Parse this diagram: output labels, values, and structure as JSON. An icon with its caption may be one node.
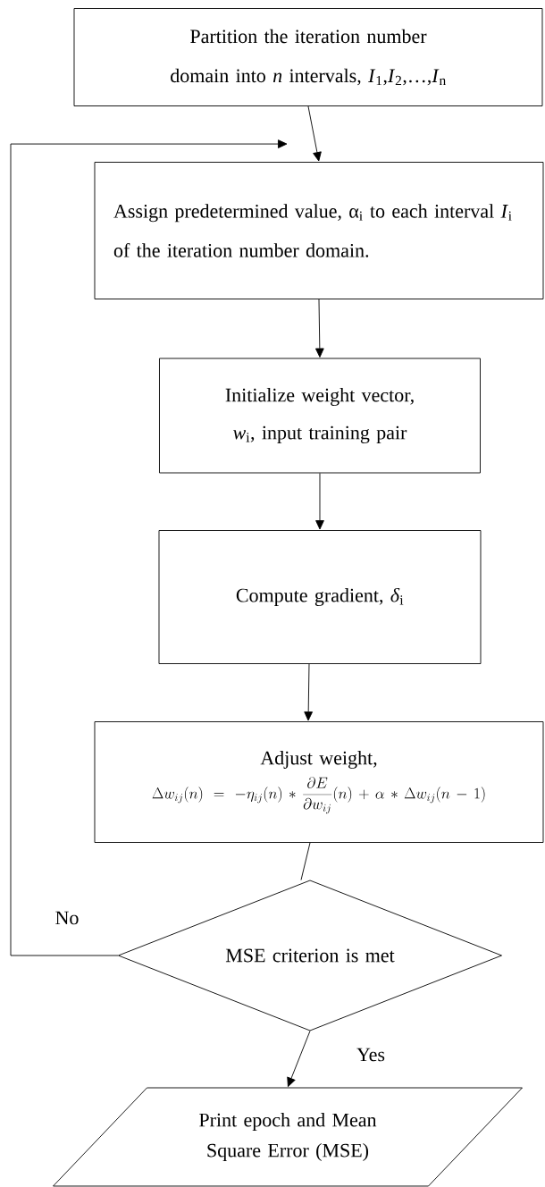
{
  "diagram": {
    "nodes": [
      {
        "text": [
          "Partition the iteration number domain into *n* intervals, *I*$_{1}$,*I*$_{2}$,…,*I*$_{n}$"
        ]
      },
      {
        "text": [
          "Assign predetermined value, α$_{i}$ to each interval *I*$_{i}$ of the iteration number domain."
        ]
      },
      {
        "text": [
          "Initialize weight vector, *w*$_{i}$, input training pair"
        ]
      },
      {
        "text": [
          "Compute gradient, *δ*$_{i}$"
        ]
      },
      {
        "text": [
          "Adjust weight,",
          "\\Delta w_{ij}(n) = -\\eta_{ij}(n) * \\frac{\\partial E}{\\partial w_{ij}}(n) + \\alpha * \\Delta w_{ij}(n-1)"
        ]
      },
      {
        "text": [
          "MSE criterion is met"
        ]
      },
      {
        "text": [
          "Print epoch and Mean Square Error (MSE)"
        ]
      }
    ],
    "edges": [
      {
        "from": 0,
        "to": 1,
        "arrow": "to"
      },
      {
        "from": 1,
        "to": 2,
        "arrow": "to"
      },
      {
        "from": 2,
        "to": 3,
        "arrow": "to"
      },
      {
        "from": 3,
        "to": 4,
        "arrow": "to"
      },
      {
        "from": 4,
        "to": 5,
        "arrow": "none"
      },
      {
        "from": 5,
        "to": 6,
        "arrow": "to",
        "label": "Yes"
      },
      {
        "from": 5,
        "to": 1,
        "arrow": "to",
        "label": "No"
      }
    ]
  }
}
